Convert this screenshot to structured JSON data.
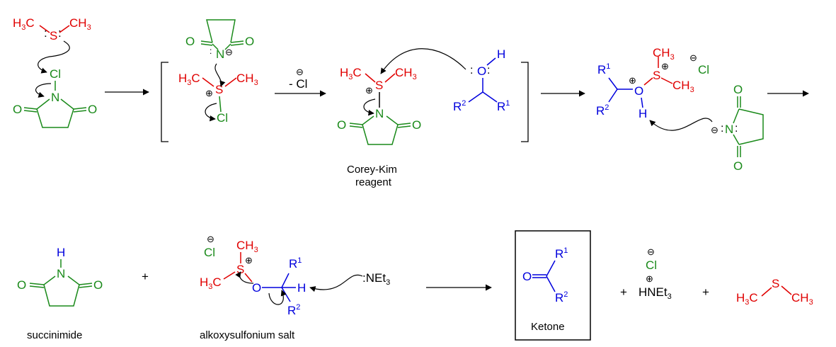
{
  "colors": {
    "dms": "#e00000",
    "ncs": "#1a8a1a",
    "alcohol": "#0000dd",
    "black": "#000000"
  },
  "labels": {
    "corey_kim_line1": "Corey-Kim",
    "corey_kim_line2": "reagent",
    "succinimide": "succinimide",
    "alkoxysulfonium": "alkoxysulfonium salt",
    "ketone": "Ketone",
    "minus_cl": "- Cl",
    "plus": "+",
    "net3": ":NEt",
    "hnet3": "HNEt",
    "three": "3"
  }
}
